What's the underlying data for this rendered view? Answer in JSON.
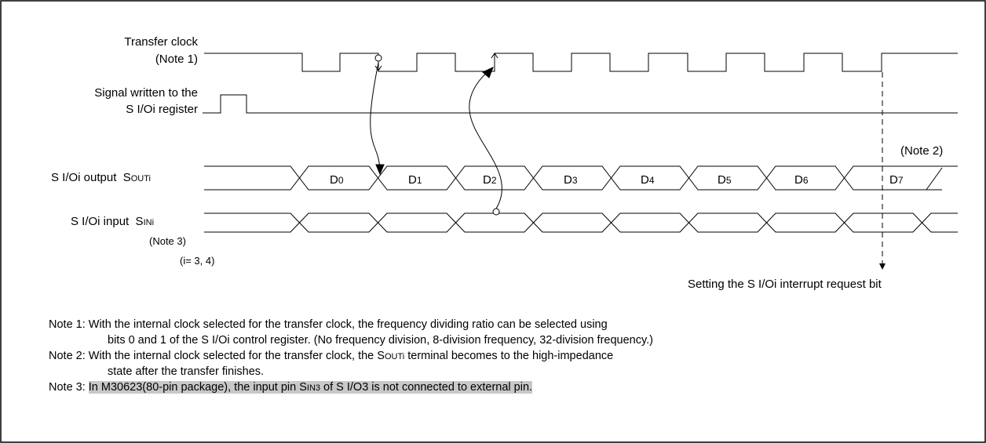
{
  "signals": {
    "transfer_clock": "Transfer clock",
    "transfer_clock_note": "(Note 1)",
    "signal_written_line1": "Signal written to the",
    "signal_written_line2": "S I/Oi register",
    "output_label": "S I/Oi output",
    "output_pin_prefix": "S",
    "output_pin_suffix": "OUTi",
    "input_label": "S I/Oi input",
    "input_pin_prefix": "S",
    "input_pin_suffix": "INi",
    "input_note": "(Note 3)",
    "index_note": "(i= 3, 4)"
  },
  "data_bits": [
    {
      "letter": "D",
      "sub": "0"
    },
    {
      "letter": "D",
      "sub": "1"
    },
    {
      "letter": "D",
      "sub": "2"
    },
    {
      "letter": "D",
      "sub": "3"
    },
    {
      "letter": "D",
      "sub": "4"
    },
    {
      "letter": "D",
      "sub": "5"
    },
    {
      "letter": "D",
      "sub": "6"
    },
    {
      "letter": "D",
      "sub": "7"
    }
  ],
  "note2_marker": "(Note 2)",
  "interrupt_label": "Setting the S I/Oi interrupt request bit",
  "notes": {
    "note1_line1": "Note 1: With the internal clock selected for the transfer clock, the frequency dividing ratio can be selected using",
    "note1_line2": "bits 0 and 1 of the S I/Oi control register. (No frequency division, 8-division frequency, 32-division frequency.)",
    "note2_line1_a": "Note 2: With the internal clock selected for the transfer clock, the S",
    "note2_line1_b": "OUTi",
    "note2_line1_c": " terminal becomes to the high-impedance",
    "note2_line2": "state after the transfer finishes.",
    "note3_prefix": "Note 3: ",
    "note3_a": "In M30623(80-pin package), the input pin S",
    "note3_b": "IN3",
    "note3_c": " of S I/O3 is not connected to external pin."
  }
}
